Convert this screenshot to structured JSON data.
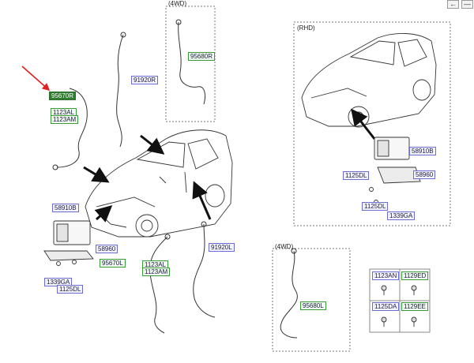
{
  "toolbar": {
    "back_glyph": "←",
    "collapse_glyph": "—"
  },
  "insets": {
    "top_4wd": "(4WD)",
    "rhd": "(RHD)",
    "bottom_4wd": "(4WD)"
  },
  "callouts": {
    "c95670R": "95670R",
    "c1123AL_a": "1123AL",
    "c1123AM_a": "1123AM",
    "c91920R": "91920R",
    "c95680R": "95680R",
    "c58910B_left": "58910B",
    "c58960_left": "58960",
    "c1339GA_left": "1339GA",
    "c1125DL_left": "1125DL",
    "c95670L": "95670L",
    "c1123AL_b": "1123AL",
    "c1123AM_b": "1123AM",
    "c91920L": "91920L",
    "c95680L": "95680L",
    "c58910B_rhd": "58910B",
    "c1125DL_rhd_a": "1125DL",
    "c58960_rhd": "58960",
    "c1125DL_rhd_b": "1125DL",
    "c1339GA_rhd": "1339GA"
  },
  "fastener_table": {
    "cells": [
      "1123AN",
      "1129ED",
      "1125DA",
      "1129EE"
    ]
  },
  "colors": {
    "arrow": "#e0201c",
    "line": "#333333",
    "dashed": "#777777",
    "label_border": "#6b6bd6",
    "highlight": "#2f7d2f"
  },
  "icons": {
    "back": "arrow-left-icon",
    "collapse": "minus-icon",
    "pointer": "red-arrow-icon"
  }
}
